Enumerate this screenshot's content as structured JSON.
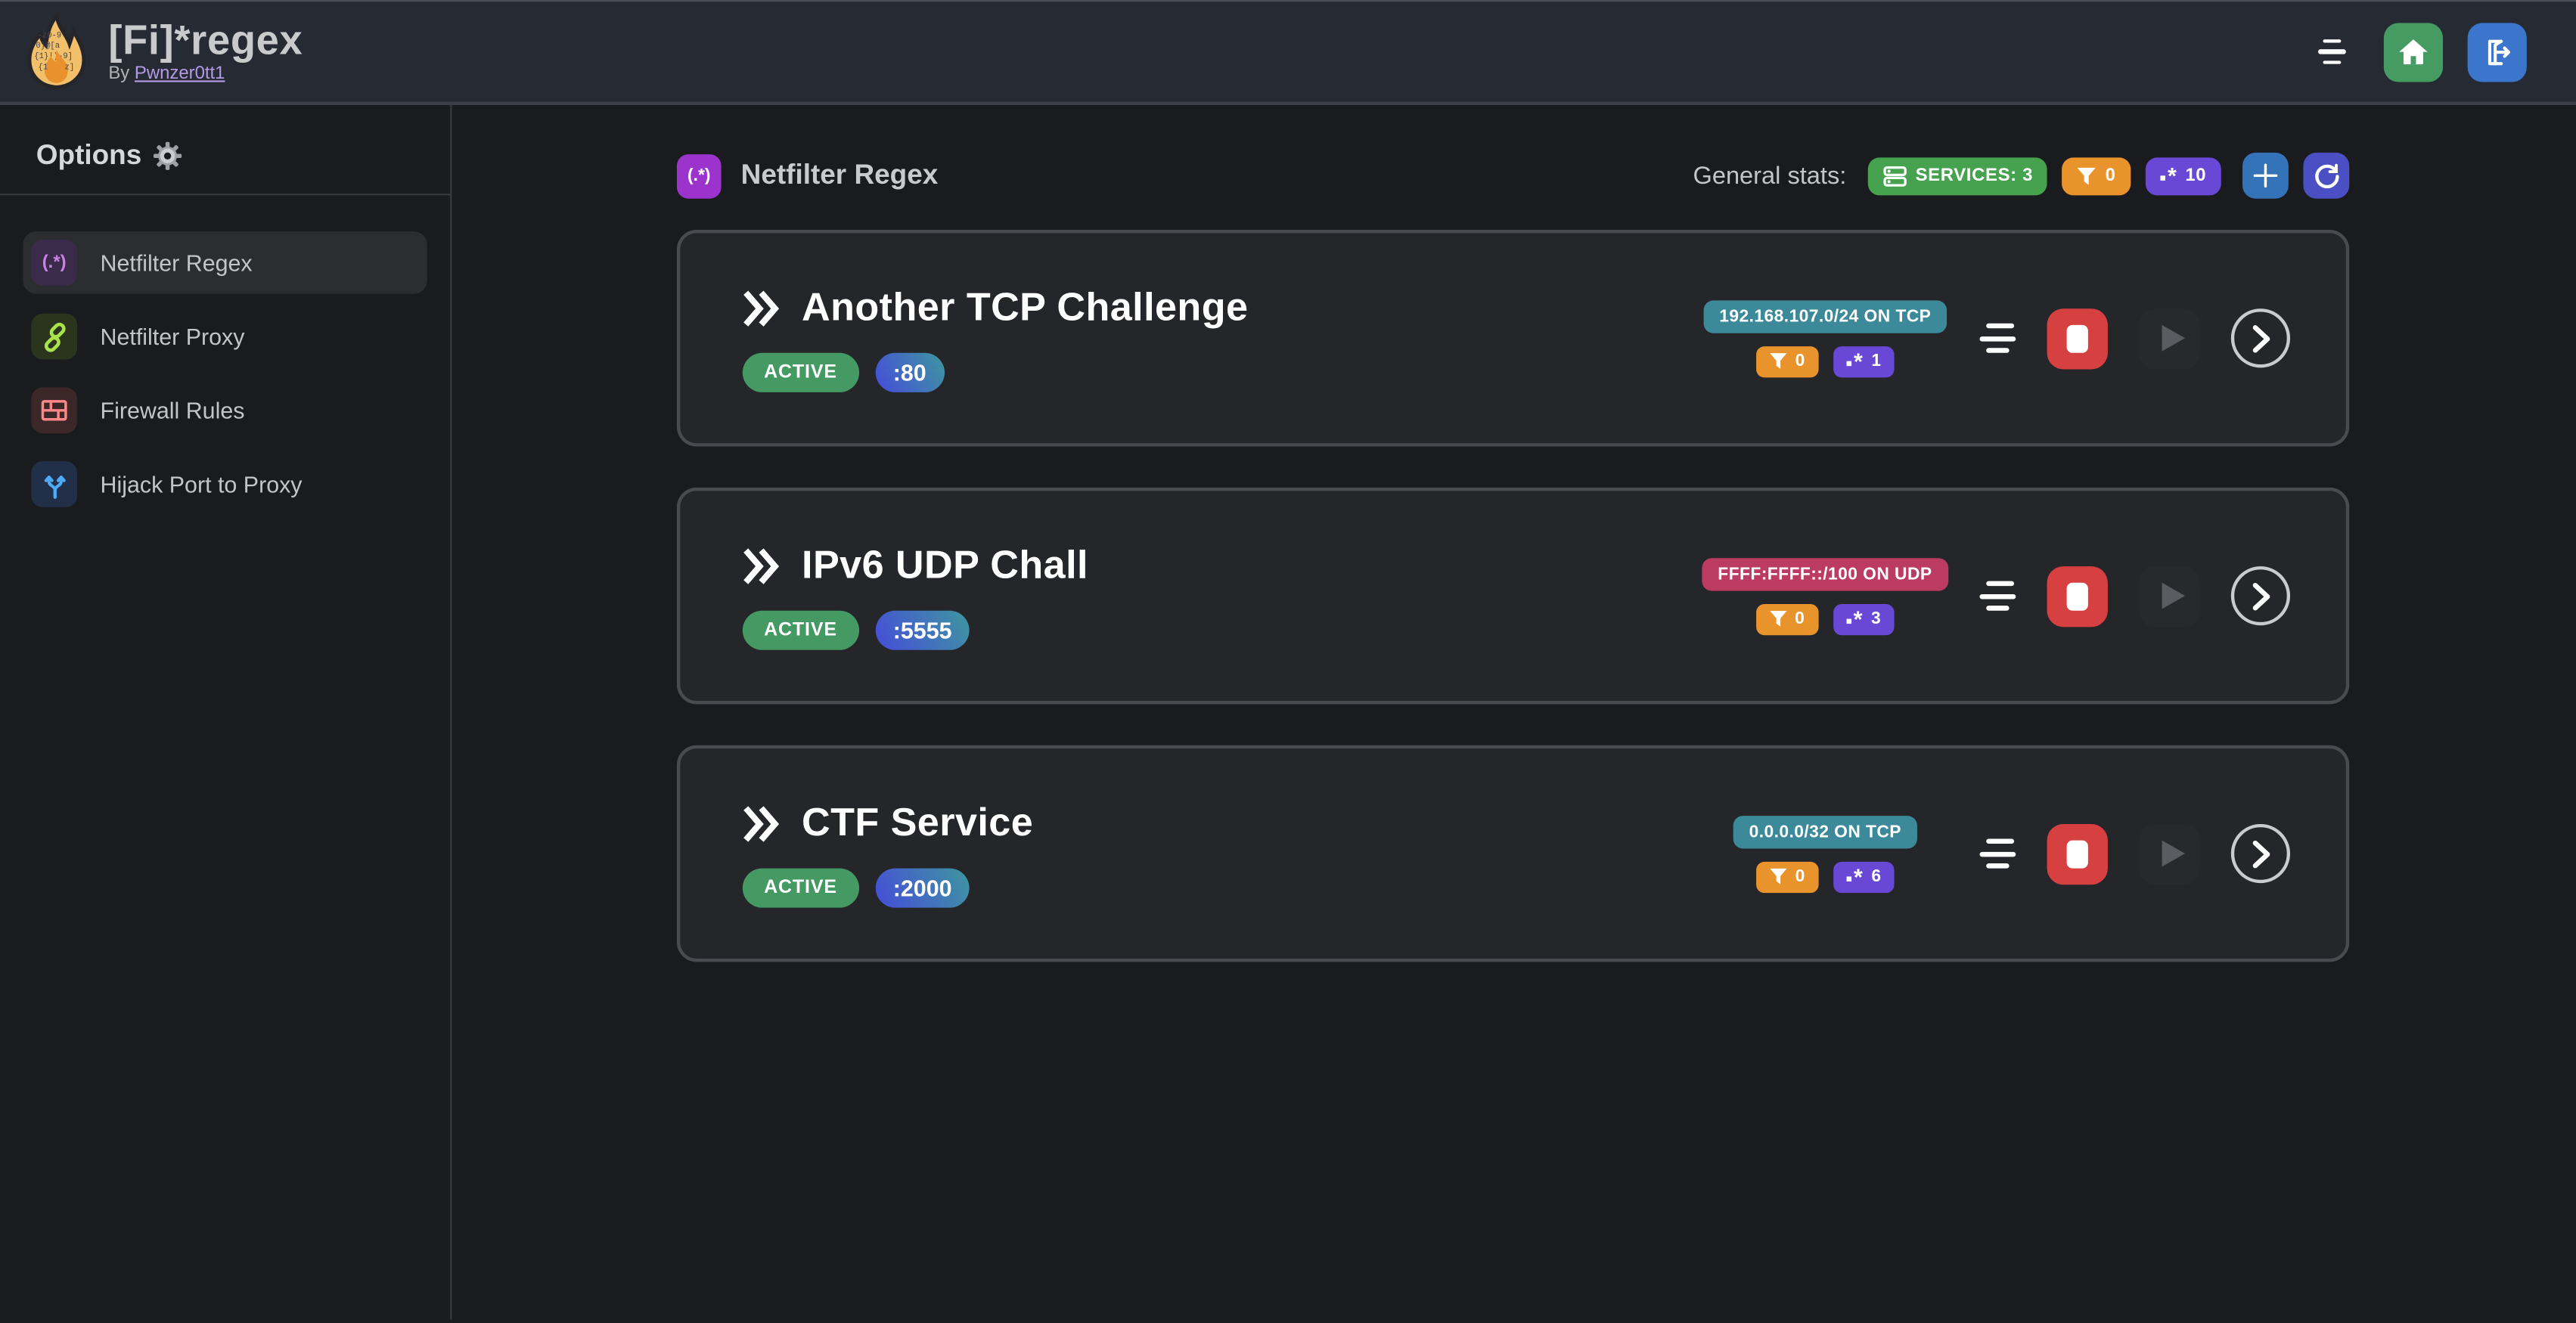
{
  "header": {
    "title": "[Fi]*regex",
    "byline_prefix": "By",
    "byline_link": "Pwnzer0tt1",
    "icons": [
      "flame-logo",
      "burger-menu-icon",
      "home-icon",
      "logout-icon"
    ]
  },
  "sidebar": {
    "heading": "Options",
    "heading_icon": "gear-icon",
    "items": [
      {
        "label": "Netfilter Regex",
        "icon": "regex-icon",
        "glyph": "(.*)",
        "selected": true
      },
      {
        "label": "Netfilter Proxy",
        "icon": "chain-icon",
        "selected": false
      },
      {
        "label": "Firewall Rules",
        "icon": "brick-wall-icon",
        "selected": false
      },
      {
        "label": "Hijack Port to Proxy",
        "icon": "split-arrows-icon",
        "selected": false
      }
    ]
  },
  "main": {
    "section_glyph": "(.*)",
    "section_title": "Netfilter Regex",
    "stats_label": "General stats:",
    "stats": {
      "services": "SERVICES: 3",
      "filtered_count": "0",
      "regex_count": "10"
    },
    "actions": [
      "add-service-button",
      "refresh-button"
    ]
  },
  "services": [
    {
      "name": "Another TCP Challenge",
      "status": "ACTIVE",
      "port": ":80",
      "address": "192.168.107.0/24 ON TCP",
      "address_color": "#3c8a99",
      "filtered_count": "0",
      "regex_count": "1"
    },
    {
      "name": "IPv6 UDP Chall",
      "status": "ACTIVE",
      "port": ":5555",
      "address": "FFFF:FFFF::/100 ON UDP",
      "address_color": "#bc3b62",
      "filtered_count": "0",
      "regex_count": "3"
    },
    {
      "name": "CTF Service",
      "status": "ACTIVE",
      "port": ":2000",
      "address": "0.0.0.0/32 ON TCP",
      "address_color": "#3c8a99",
      "filtered_count": "0",
      "regex_count": "6"
    }
  ],
  "colors": {
    "header_bg": "#262a33",
    "page_bg": "#1a1b1e",
    "card_bg": "#25262a",
    "card_border": "#494b51",
    "green_badge": "#46a24e",
    "orange_badge": "#e8932c",
    "indigo_badge": "#6948d6",
    "active_green": "#459a63",
    "stop_red": "#d64040",
    "home_green": "#459b61",
    "logout_blue": "#3b76cc",
    "add_blue": "#3473b7",
    "refresh_indigo": "#4a4fc4",
    "section_purple": "#9c33cc"
  }
}
